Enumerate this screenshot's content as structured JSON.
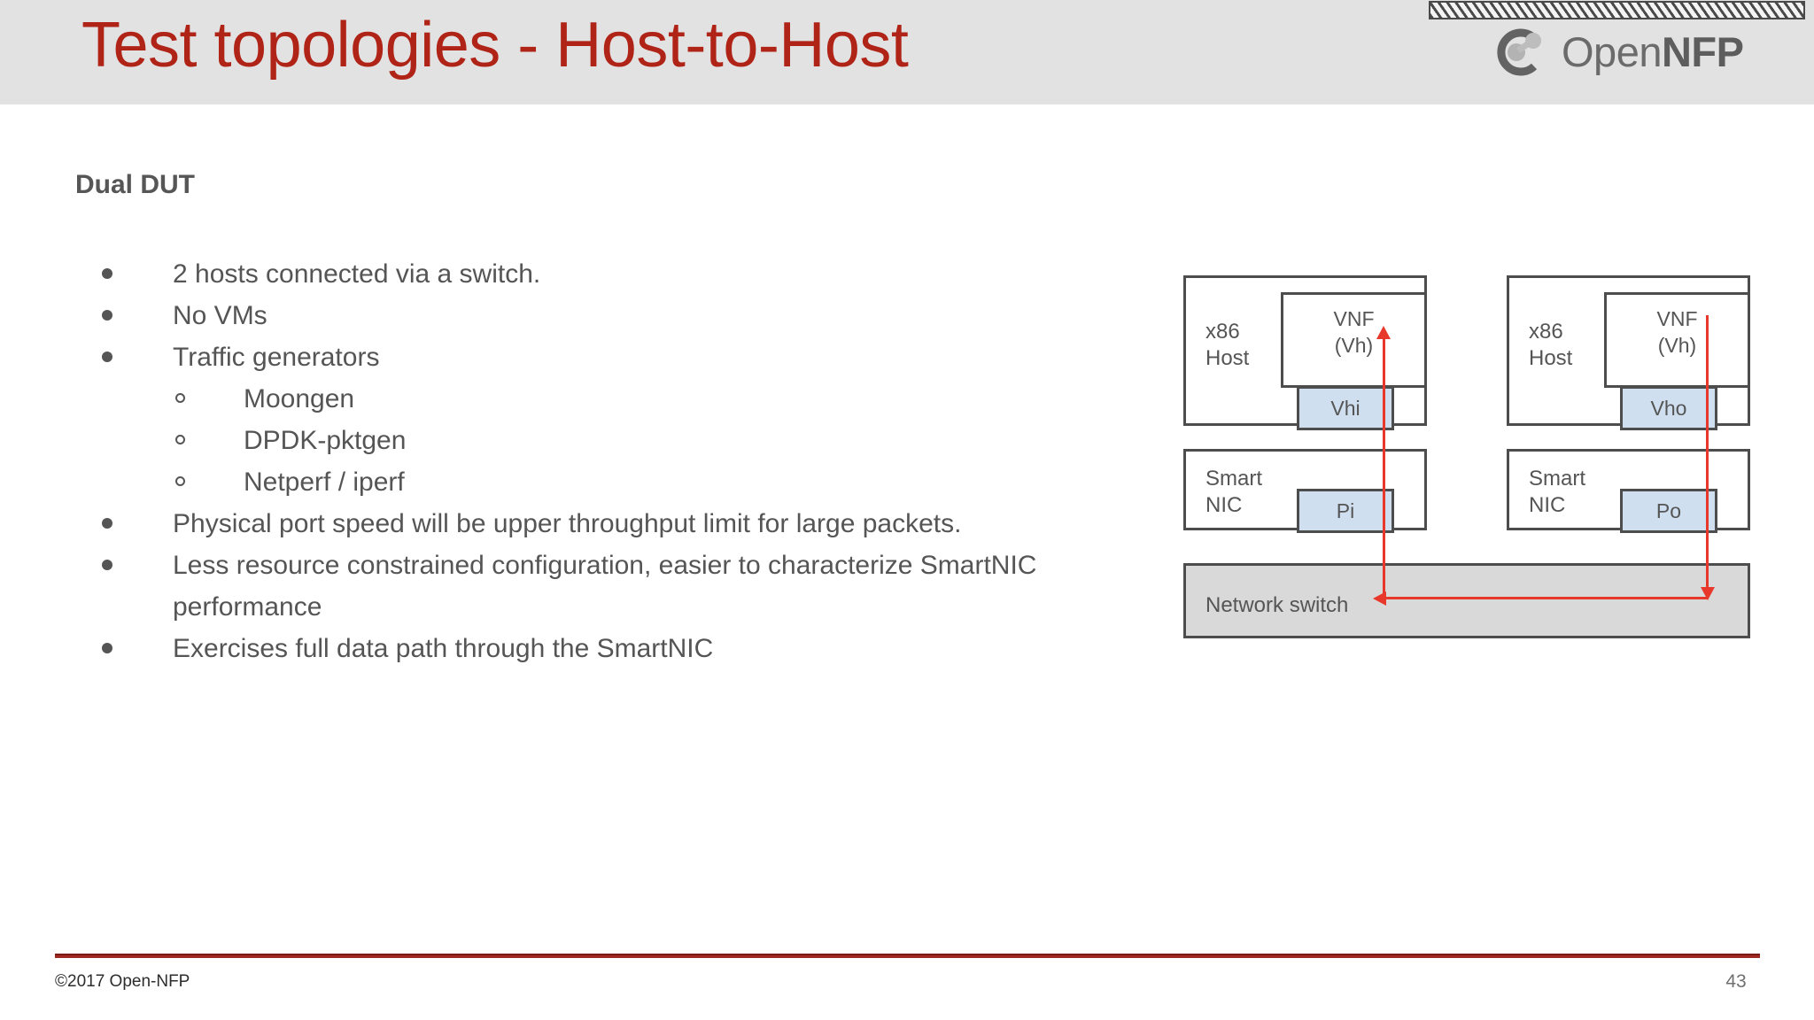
{
  "header": {
    "title": "Test topologies - Host-to-Host",
    "title_color": "#b02418",
    "band_color": "#e2e2e2",
    "logo": {
      "icon": "opennfp-circle-logo",
      "text_light": "Open",
      "text_bold": "NFP"
    },
    "hatch_band": "diagonal-hatch-decoration"
  },
  "content": {
    "subheading": "Dual DUT",
    "bullets": [
      {
        "level": 1,
        "text": "2 hosts connected via a switch."
      },
      {
        "level": 1,
        "text": "No VMs"
      },
      {
        "level": 1,
        "text": "Traffic generators"
      },
      {
        "level": 2,
        "text": "Moongen"
      },
      {
        "level": 2,
        "text": "DPDK-pktgen"
      },
      {
        "level": 2,
        "text": "Netperf / iperf"
      },
      {
        "level": 1,
        "text": "Physical port speed will be upper throughput limit for large packets."
      },
      {
        "level": 1,
        "text": "Less resource constrained configuration, easier to characterize SmartNIC performance"
      },
      {
        "level": 1,
        "text": "Exercises full data path through the SmartNIC"
      }
    ]
  },
  "diagram": {
    "name": "dual-dut-host-to-host-topology",
    "left_host": {
      "label": "x86\nHost",
      "vnf_label": "VNF\n(Vh)",
      "port_label": "Vhi"
    },
    "right_host": {
      "label": "x86\nHost",
      "vnf_label": "VNF\n(Vh)",
      "port_label": "Vho"
    },
    "left_nic": {
      "label": "Smart\nNIC",
      "port_label": "Pi"
    },
    "right_nic": {
      "label": "Smart\nNIC",
      "port_label": "Po"
    },
    "switch": {
      "label": "Network switch",
      "fill": "#d9d9d9"
    },
    "flow_color": "#e8382b",
    "port_fill": "#cfdff0",
    "border_color": "#4d4d4d"
  },
  "footer": {
    "copyright": "©2017 Open-NFP",
    "page_number": "43",
    "rule_color": "#9e2a21"
  }
}
